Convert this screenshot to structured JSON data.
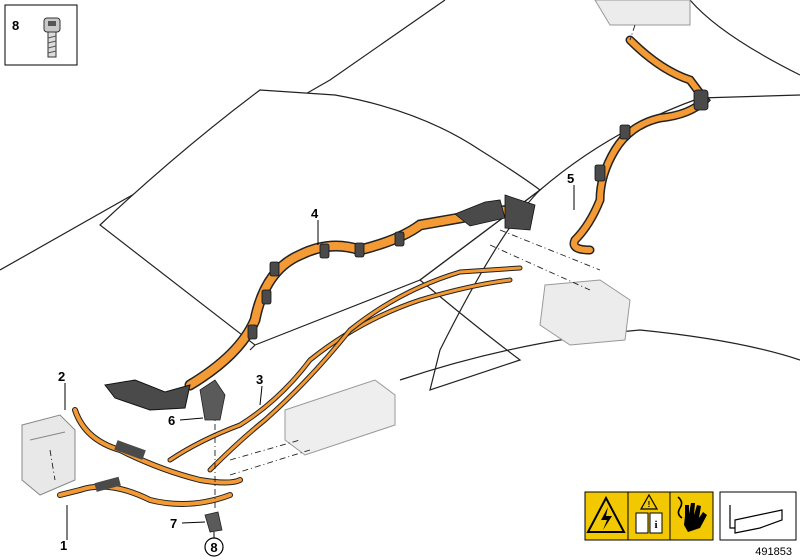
{
  "diagram": {
    "inset_label": "8",
    "callouts": [
      "1",
      "2",
      "3",
      "4",
      "5",
      "6",
      "7"
    ],
    "circled_ref": "8",
    "reference_number": "491853",
    "colors": {
      "cable": "#f39a34",
      "cable_dark": "#c96b10",
      "conduit": "#4a4a4a",
      "warning_yellow": "#f2c800",
      "outline": "#222222",
      "component_fill": "#e8e8e8"
    },
    "warning_icons": [
      "high-voltage-warning-icon",
      "read-manual-icon",
      "electrical-hazard-glove-icon"
    ],
    "nav_icon": "arrow-to-previous-icon"
  }
}
